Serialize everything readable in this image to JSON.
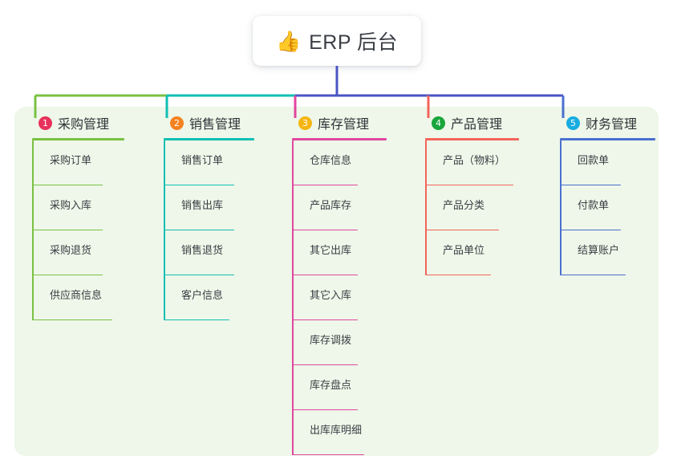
{
  "root": {
    "icon": "thumbs-up-emoji",
    "icon_glyph": "👍",
    "title": "ERP 后台"
  },
  "palette": {
    "panel_bg": "#eef7e9",
    "page_bg": "#ffffff",
    "root_text": "#3b3f45",
    "item_text": "#3a3f45",
    "trunk": "#4a55c4"
  },
  "columns": [
    {
      "number": "1",
      "title": "采购管理",
      "color": "#7ac143",
      "badge_color": "#e8315c",
      "items": [
        {
          "label": "采购订单"
        },
        {
          "label": "采购入库"
        },
        {
          "label": "采购退货"
        },
        {
          "label": "供应商信息"
        }
      ]
    },
    {
      "number": "2",
      "title": "销售管理",
      "color": "#10bfb4",
      "badge_color": "#f58220",
      "items": [
        {
          "label": "销售订单"
        },
        {
          "label": "销售出库"
        },
        {
          "label": "销售退货"
        },
        {
          "label": "客户信息"
        }
      ]
    },
    {
      "number": "3",
      "title": "库存管理",
      "color": "#e0479e",
      "badge_color": "#f5b614",
      "items": [
        {
          "label": "仓库信息"
        },
        {
          "label": "产品库存"
        },
        {
          "label": "其它出库"
        },
        {
          "label": "其它入库"
        },
        {
          "label": "库存调拨"
        },
        {
          "label": "库存盘点"
        },
        {
          "label": "出库库明细"
        }
      ]
    },
    {
      "number": "4",
      "title": "产品管理",
      "color": "#f4645a",
      "badge_color": "#18a63c",
      "items": [
        {
          "label": "产品（物料）"
        },
        {
          "label": "产品分类"
        },
        {
          "label": "产品单位"
        }
      ]
    },
    {
      "number": "5",
      "title": "财务管理",
      "color": "#4a6fd0",
      "badge_color": "#18ace0",
      "items": [
        {
          "label": "回款单"
        },
        {
          "label": "付款单"
        },
        {
          "label": "结算账户"
        }
      ]
    }
  ]
}
